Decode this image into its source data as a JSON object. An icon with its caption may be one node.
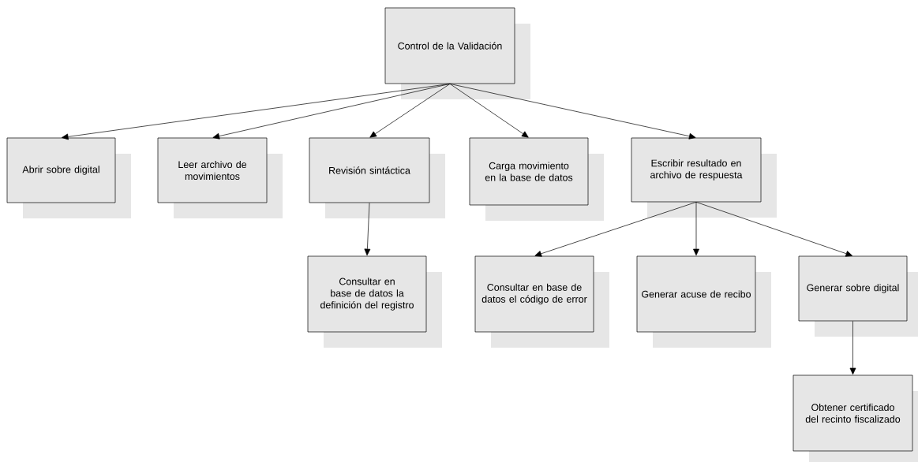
{
  "diagram": {
    "nodes": [
      {
        "text": [
          "Control de la Validación"
        ]
      },
      {
        "text": [
          "Abrir sobre digital"
        ]
      },
      {
        "text": [
          "Leer archivo de movimientos"
        ]
      },
      {
        "text": [
          "Revisión sintáctica"
        ]
      },
      {
        "text": [
          "Carga movimiento en la base de datos"
        ]
      },
      {
        "text": [
          "Escribir resultado en archivo de respuesta"
        ]
      },
      {
        "text": [
          "Consultar en base de datos la definición del registro"
        ]
      },
      {
        "text": [
          "Consultar en base de datos el código de error"
        ]
      },
      {
        "text": [
          "Generar acuse de recibo"
        ]
      },
      {
        "text": [
          "Generar sobre digital"
        ]
      },
      {
        "text": [
          "Obtener certificado del recinto fiscalizado"
        ]
      }
    ],
    "edges": [
      {
        "from": 0,
        "to": 1,
        "arrow": "to"
      },
      {
        "from": 0,
        "to": 2,
        "arrow": "to"
      },
      {
        "from": 0,
        "to": 3,
        "arrow": "to"
      },
      {
        "from": 0,
        "to": 4,
        "arrow": "to"
      },
      {
        "from": 0,
        "to": 5,
        "arrow": "to"
      },
      {
        "from": 3,
        "to": 6,
        "arrow": "to"
      },
      {
        "from": 5,
        "to": 7,
        "arrow": "to"
      },
      {
        "from": 5,
        "to": 8,
        "arrow": "to"
      },
      {
        "from": 5,
        "to": 9,
        "arrow": "to"
      },
      {
        "from": 9,
        "to": 10,
        "arrow": "to"
      }
    ]
  }
}
